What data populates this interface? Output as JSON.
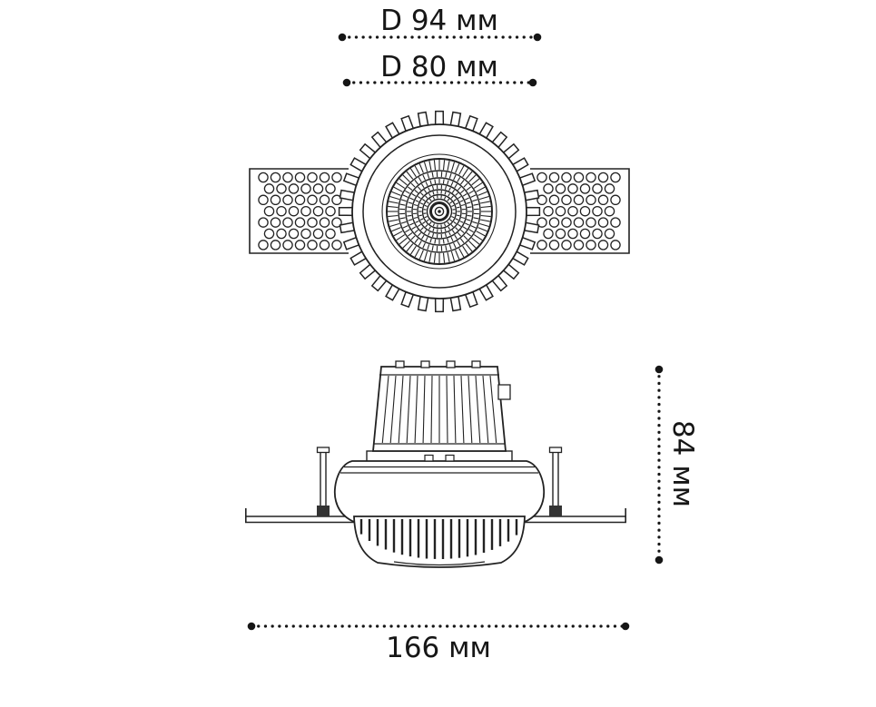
{
  "dimensions": {
    "d94": "D 94 мм",
    "d80": "D 80 мм",
    "h84": "84 мм",
    "w166": "166 мм"
  },
  "colors": {
    "line": "#222222",
    "text": "#161616",
    "background": "#ffffff"
  }
}
